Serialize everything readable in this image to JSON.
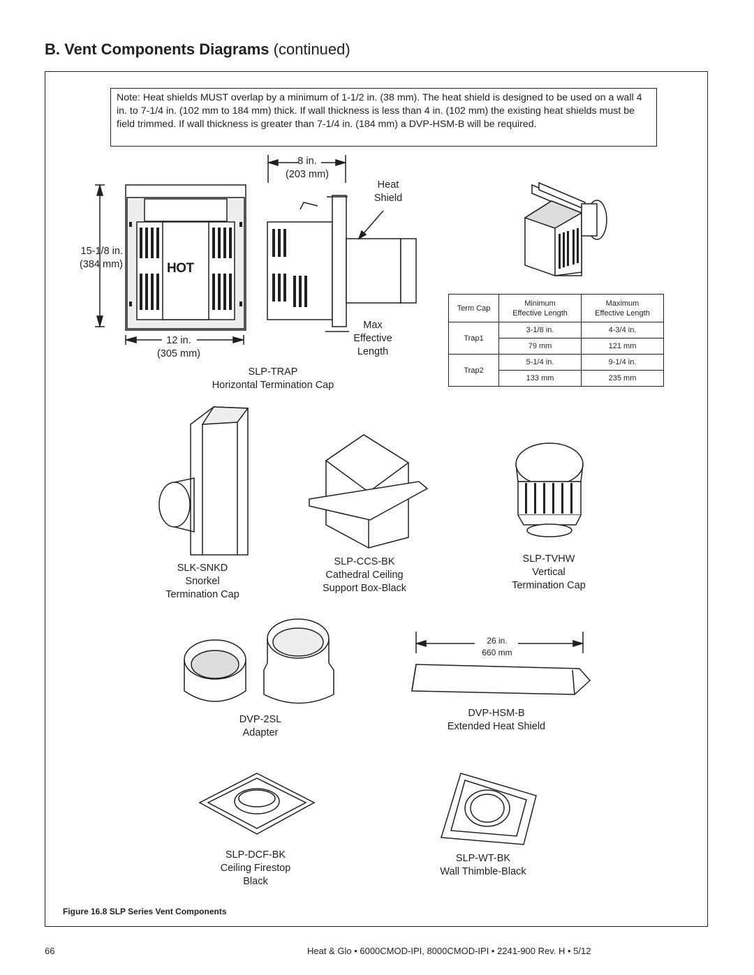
{
  "header": {
    "title_bold": "B.  Vent Components Diagrams",
    "title_cont": "(continued)"
  },
  "note": "Note: Heat shields MUST overlap by a minimum of 1-1/2 in. (38 mm). The heat shield is designed to be used on a wall 4 in. to 7-1/4 in. (102 mm to 184 mm) thick. If wall thickness is less than 4 in. (102 mm) the existing heat shields must be field trimmed. If wall thickness is greater than 7-1/4 in. (184 mm) a DVP-HSM-B will be required.",
  "slp_trap": {
    "height_in": "15-1/8 in.",
    "height_mm": "(384 mm)",
    "width_in": "12 in.",
    "width_mm": "(305 mm)",
    "depth_in": "8 in.",
    "depth_mm": "(203 mm)",
    "hot_label": "HOT",
    "heat_shield_1": "Heat",
    "heat_shield_2": "Shield",
    "max_1": "Max",
    "max_2": "Effective",
    "max_3": "Length",
    "model": "SLP-TRAP",
    "desc": "Horizontal Termination Cap"
  },
  "table": {
    "col0": "Term Cap",
    "col1_a": "Minimum",
    "col1_b": "Effective Length",
    "col2_a": "Maximum",
    "col2_b": "Effective Length",
    "rows": [
      {
        "name": "Trap1",
        "min_in": "3-1/8 in.",
        "max_in": "4-3/4 in.",
        "min_mm": "79 mm",
        "max_mm": "121 mm"
      },
      {
        "name": "Trap2",
        "min_in": "5-1/4 in.",
        "max_in": "9-1/4  in.",
        "min_mm": "133 mm",
        "max_mm": "235 mm"
      }
    ]
  },
  "components": {
    "snkd": {
      "model": "SLK-SNKD",
      "l1": "Snorkel",
      "l2": "Termination Cap"
    },
    "ccs": {
      "model": "SLP-CCS-BK",
      "l1": "Cathedral Ceiling",
      "l2": "Support Box-Black"
    },
    "tvhw": {
      "model": "SLP-TVHW",
      "l1": "Vertical",
      "l2": "Termination Cap"
    },
    "dvp2sl": {
      "model": "DVP-2SL",
      "l1": "Adapter"
    },
    "hsm": {
      "model": "DVP-HSM-B",
      "l1": "Extended Heat Shield",
      "dim_in": "26 in.",
      "dim_mm": "660 mm"
    },
    "dcf": {
      "model": "SLP-DCF-BK",
      "l1": "Ceiling Firestop",
      "l2": "Black"
    },
    "wt": {
      "model": "SLP-WT-BK",
      "l1": "Wall Thimble-Black"
    }
  },
  "figure_caption": "Figure 16.8  SLP Series Vent Components",
  "page_number": "66",
  "footer": "Heat & Glo  •  6000CMOD-IPI, 8000CMOD-IPI  •  2241-900 Rev. H  •  5/12"
}
